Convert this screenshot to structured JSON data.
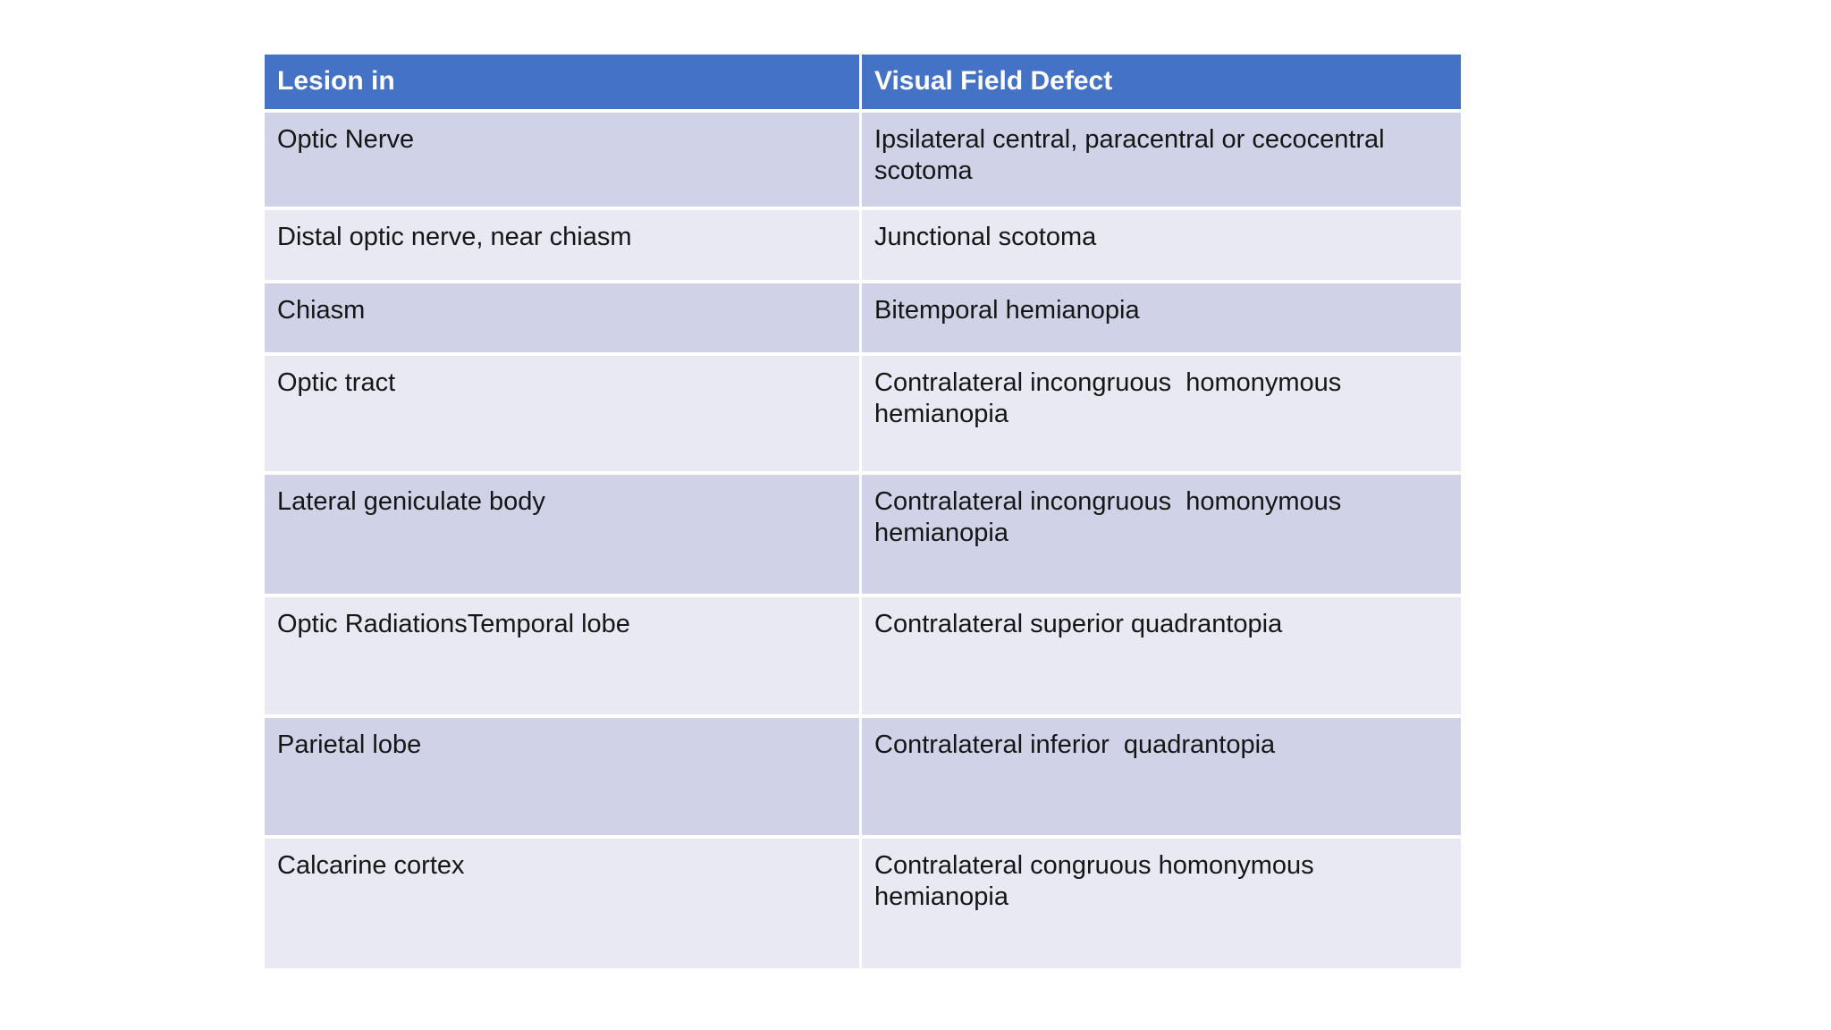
{
  "table": {
    "headers": [
      {
        "label": "Lesion in"
      },
      {
        "label": "Visual Field Defect"
      }
    ],
    "rows": [
      {
        "lesion": "Optic Nerve",
        "defect": "Ipsilateral central, paracentral or cecocentral scotoma"
      },
      {
        "lesion": "Distal optic nerve, near chiasm",
        "defect": "Junctional scotoma"
      },
      {
        "lesion": "Chiasm",
        "defect": "Bitemporal hemianopia"
      },
      {
        "lesion": "Optic tract",
        "defect": "Contralateral incongruous  homonymous hemianopia"
      },
      {
        "lesion": "Lateral geniculate body",
        "defect": "Contralateral incongruous  homonymous hemianopia"
      },
      {
        "lesion": "Optic RadiationsTemporal lobe",
        "defect": "Contralateral superior quadrantopia"
      },
      {
        "lesion": "Parietal lobe",
        "defect": "Contralateral inferior  quadrantopia"
      },
      {
        "lesion": "Calcarine cortex",
        "defect": "Contralateral congruous homonymous hemianopia"
      }
    ]
  },
  "colors": {
    "header_background": "#4472C4",
    "header_text": "#FFFFFF",
    "row_shade_dark": "#D0D3E8",
    "row_shade_light": "#E8E9F3",
    "body_text": "#161616",
    "page_background": "#FFFFFF"
  }
}
